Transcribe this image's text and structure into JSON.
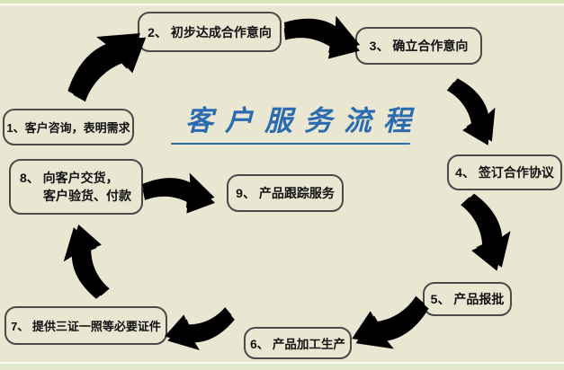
{
  "title": {
    "text": "客户服务流程"
  },
  "nodes": [
    {
      "id": "1",
      "label": "1、客户咨询，表明需求"
    },
    {
      "id": "2",
      "label": "2、 初步达成合作意向"
    },
    {
      "id": "3",
      "label": "3、 确立合作意向"
    },
    {
      "id": "4",
      "label": "4、 签订合作协议"
    },
    {
      "id": "5",
      "label": "5、 产品报批"
    },
    {
      "id": "6",
      "label": "6、 产品加工生产"
    },
    {
      "id": "7",
      "label": "7、 提供三证一照等必要证件"
    },
    {
      "id": "8",
      "line1": "8、 向客户交货，",
      "line2": "客户验货、付款"
    },
    {
      "id": "9",
      "label": "9、 产品跟踪服务"
    }
  ],
  "flow": {
    "connections": [
      "1→2",
      "2→3",
      "3→4",
      "4→5",
      "5→6",
      "6→7",
      "7→8",
      "8→9"
    ]
  },
  "icons": {
    "arrow": "curved-swoosh-arrow-icon"
  },
  "colors": {
    "background": "#e9e6d2",
    "arrow_green": "#8cc63c",
    "arrow_shadow": "#141414",
    "box_border": "#4a4a4a",
    "box_text": "#111111",
    "title_blue": "#2b6cb0",
    "strip_green": "#d8e5ba",
    "strip_line": "#fbfbf2",
    "strip_bottom": "#e2e8cc"
  }
}
